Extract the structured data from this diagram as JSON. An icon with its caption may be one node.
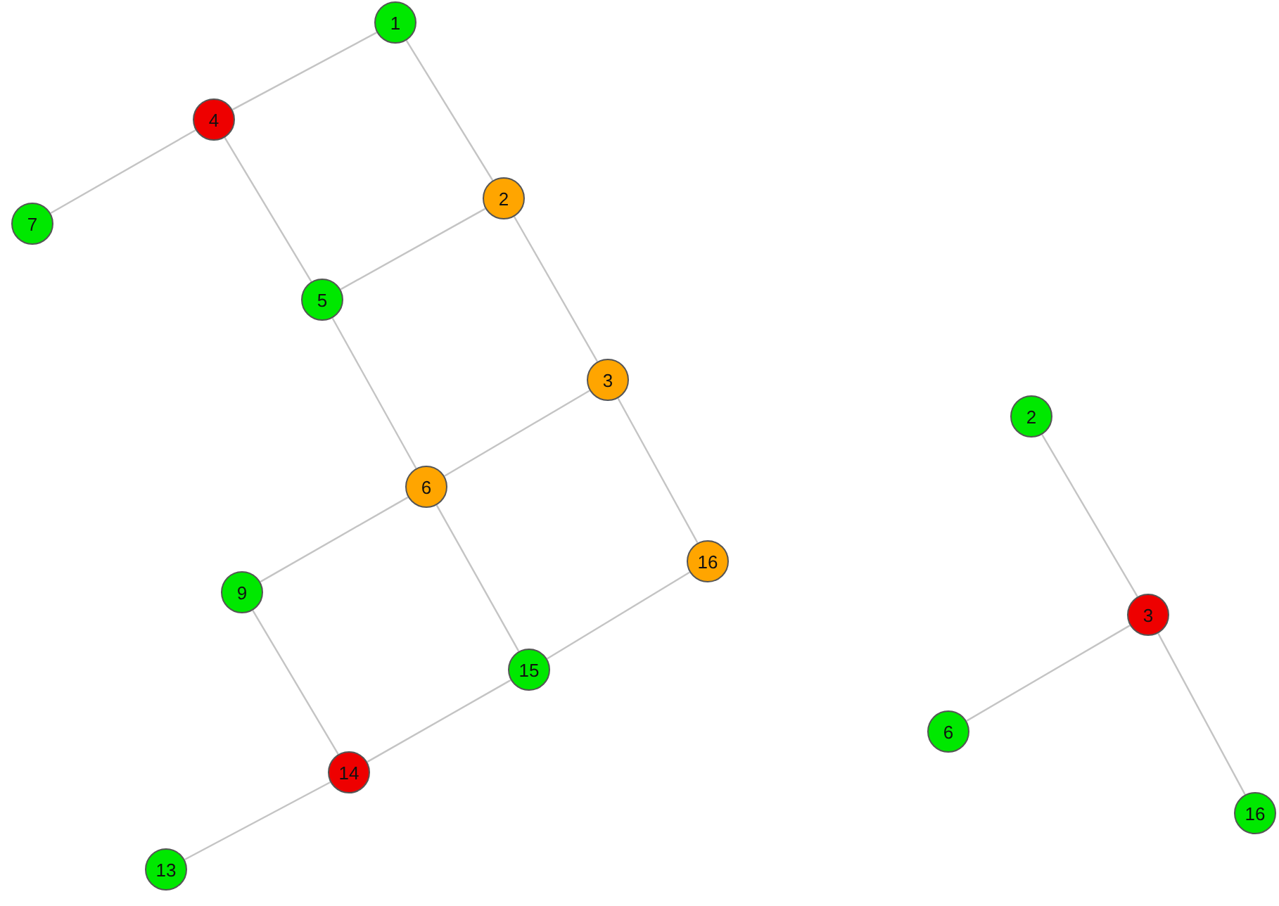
{
  "diagram": {
    "nodes": [
      {
        "text": [
          "1"
        ]
      },
      {
        "text": [
          "4"
        ]
      },
      {
        "text": [
          "7"
        ]
      },
      {
        "text": [
          "2"
        ]
      },
      {
        "text": [
          "5"
        ]
      },
      {
        "text": [
          "3"
        ]
      },
      {
        "text": [
          "6"
        ]
      },
      {
        "text": [
          "9"
        ]
      },
      {
        "text": [
          "16"
        ]
      },
      {
        "text": [
          "15"
        ]
      },
      {
        "text": [
          "14"
        ]
      },
      {
        "text": [
          "13"
        ]
      },
      {
        "text": [
          "2"
        ]
      },
      {
        "text": [
          "3"
        ]
      },
      {
        "text": [
          "6"
        ]
      },
      {
        "text": [
          "16"
        ]
      }
    ],
    "edges": [
      {
        "from": 0,
        "to": 1,
        "arrow": "none"
      },
      {
        "from": 1,
        "to": 2,
        "arrow": "none"
      },
      {
        "from": 0,
        "to": 3,
        "arrow": "none"
      },
      {
        "from": 1,
        "to": 4,
        "arrow": "none"
      },
      {
        "from": 3,
        "to": 4,
        "arrow": "none"
      },
      {
        "from": 3,
        "to": 5,
        "arrow": "none"
      },
      {
        "from": 4,
        "to": 6,
        "arrow": "none"
      },
      {
        "from": 5,
        "to": 6,
        "arrow": "none"
      },
      {
        "from": 5,
        "to": 8,
        "arrow": "none"
      },
      {
        "from": 6,
        "to": 7,
        "arrow": "none"
      },
      {
        "from": 6,
        "to": 9,
        "arrow": "none"
      },
      {
        "from": 8,
        "to": 9,
        "arrow": "none"
      },
      {
        "from": 7,
        "to": 10,
        "arrow": "none"
      },
      {
        "from": 9,
        "to": 10,
        "arrow": "none"
      },
      {
        "from": 10,
        "to": 11,
        "arrow": "none"
      },
      {
        "from": 12,
        "to": 13,
        "arrow": "none"
      },
      {
        "from": 13,
        "to": 14,
        "arrow": "none"
      },
      {
        "from": 13,
        "to": 15,
        "arrow": "none"
      }
    ]
  }
}
